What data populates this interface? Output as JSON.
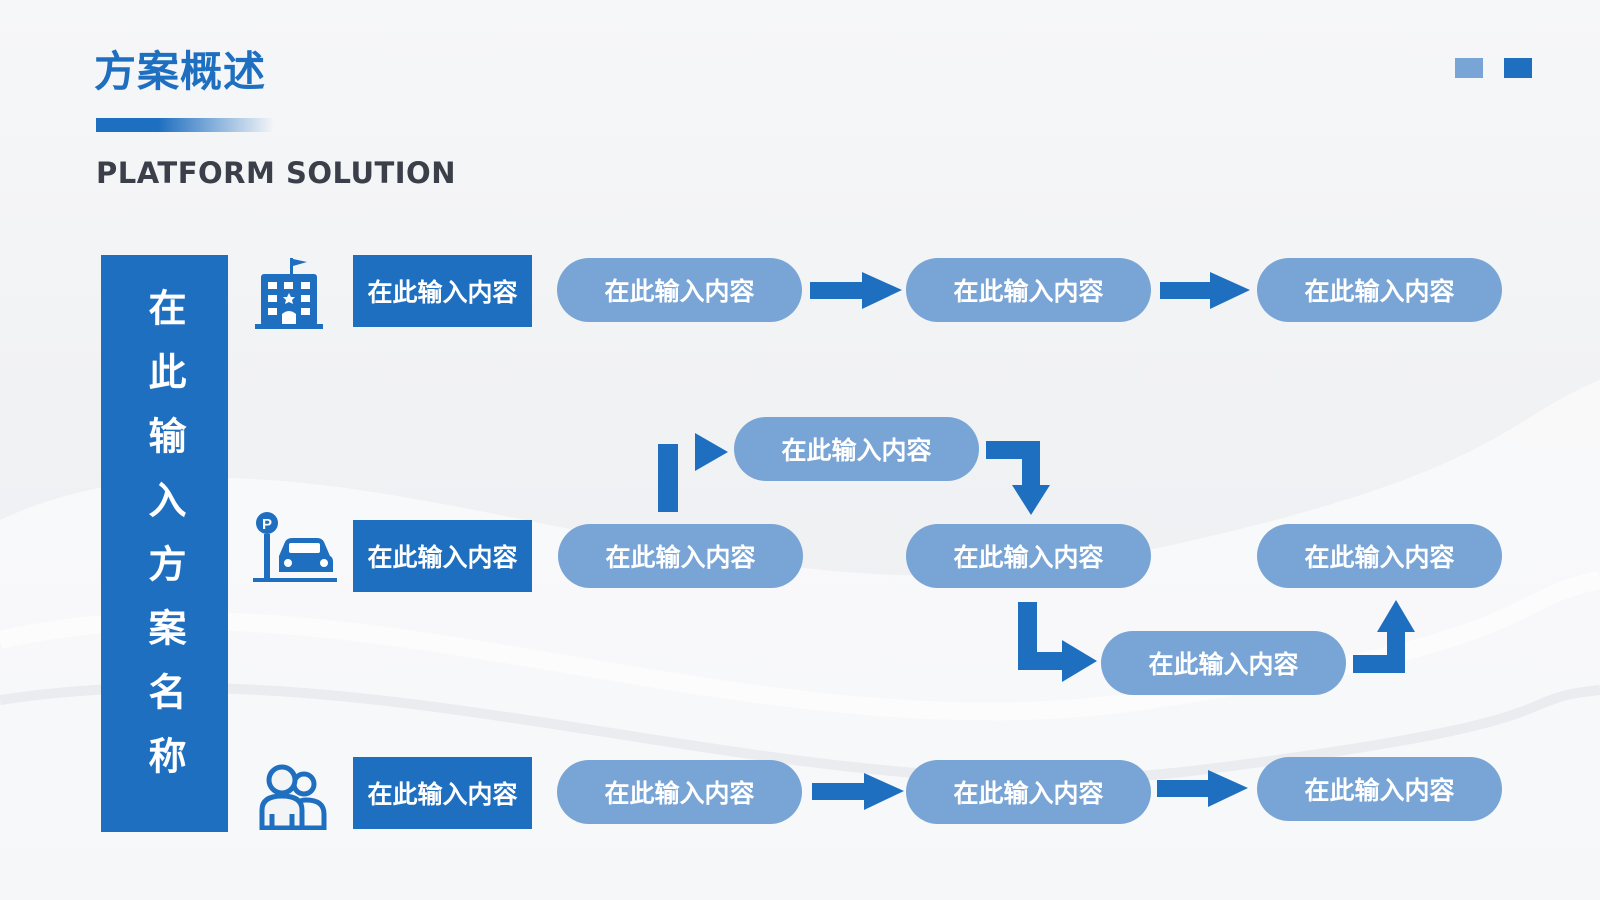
{
  "header": {
    "title": "方案概述",
    "subtitle": "PLATFORM SOLUTION"
  },
  "side_bar": {
    "text": "在此输入方案名称"
  },
  "rows": [
    {
      "icon": "hospital-building-icon",
      "label": "在此输入内容",
      "steps": [
        "在此输入内容",
        "在此输入内容",
        "在此输入内容"
      ]
    },
    {
      "icon": "parking-car-icon",
      "label": "在此输入内容",
      "steps": [
        "在此输入内容",
        "在此输入内容",
        "在此输入内容",
        "在此输入内容",
        "在此输入内容"
      ]
    },
    {
      "icon": "people-group-icon",
      "label": "在此输入内容",
      "steps": [
        "在此输入内容",
        "在此输入内容",
        "在此输入内容"
      ]
    }
  ],
  "colors": {
    "primary": "#1f6fc1",
    "pill": "#78a5d6",
    "text_dark": "#3a3f4a",
    "background": "#f3f4f6"
  }
}
